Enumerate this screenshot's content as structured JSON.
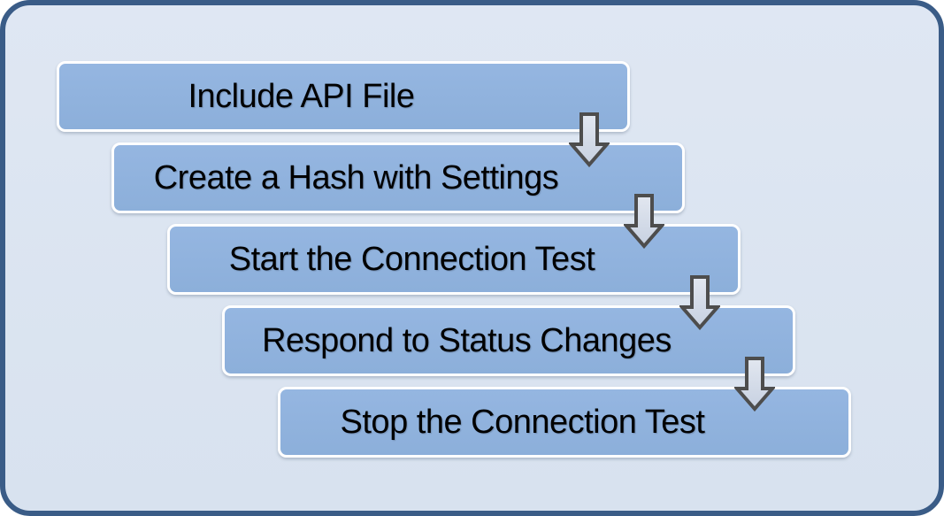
{
  "diagram": {
    "type": "step-down-process",
    "connector_icon": "down-arrow-icon",
    "steps": [
      {
        "label": "Include API File"
      },
      {
        "label": "Create a Hash with Settings"
      },
      {
        "label": "Start the Connection Test"
      },
      {
        "label": "Respond to Status Changes"
      },
      {
        "label": "Stop the Connection Test"
      }
    ],
    "colors": {
      "page_background": "#FFFFFF",
      "canvas_background": "#DBE4F0",
      "canvas_border": "#3A5C87",
      "step_fill": "#90B2DD",
      "step_border": "#FFFFFF",
      "arrow_fill": "#D5DCE9",
      "arrow_outline": "#4D4D4D",
      "label_text": "#000000"
    }
  }
}
